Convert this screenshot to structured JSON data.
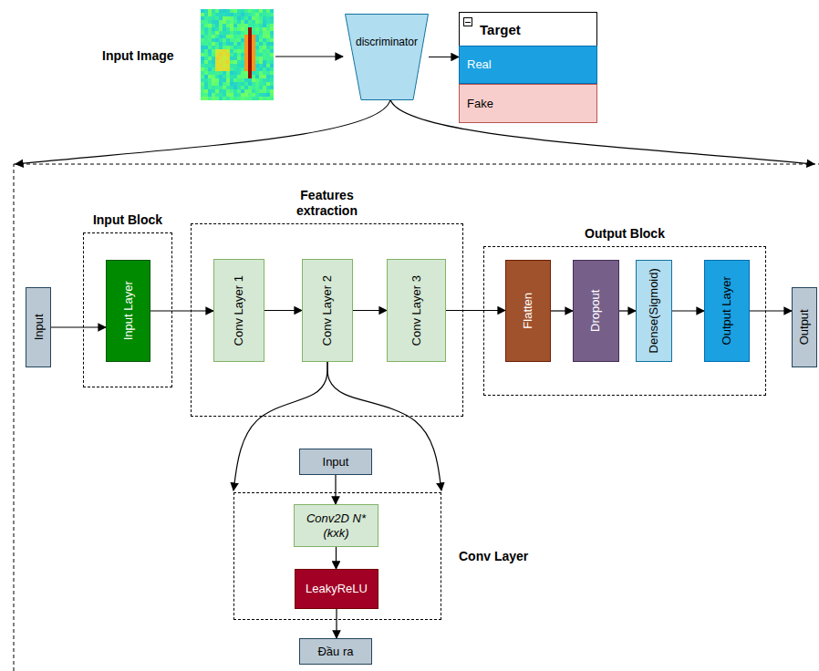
{
  "diagram": {
    "nodes": [
      {
        "text": [
          "discriminator"
        ]
      },
      {
        "text": [
          "Target"
        ]
      },
      {
        "text": [
          "Real"
        ],
        "in": 1
      },
      {
        "text": [
          "Fake"
        ],
        "in": 1
      },
      {
        "text": [
          "Input"
        ]
      },
      {
        "text": [
          "Input Block"
        ]
      },
      {
        "text": [
          "Input Layer"
        ],
        "in": 5
      },
      {
        "text": [
          "Features extraction"
        ]
      },
      {
        "text": [
          "Conv Layer 1"
        ],
        "in": 7
      },
      {
        "text": [
          "Conv Layer 2"
        ],
        "in": 7
      },
      {
        "text": [
          "Conv Layer 3"
        ],
        "in": 7
      },
      {
        "text": [
          "Output Block"
        ]
      },
      {
        "text": [
          "Flatten"
        ],
        "in": 11
      },
      {
        "text": [
          "Dropout"
        ],
        "in": 11
      },
      {
        "text": [
          "Dense(Sigmoid)"
        ],
        "in": 11
      },
      {
        "text": [
          "Output Layer"
        ],
        "in": 11
      },
      {
        "text": [
          "Output"
        ]
      },
      {
        "text": [
          "Input"
        ]
      },
      {
        "text": [
          "Conv Layer"
        ]
      },
      {
        "text": [
          "Conv2D N*(kxk)"
        ],
        "in": 18
      },
      {
        "text": [
          "LeakyReLU"
        ],
        "in": 18
      },
      {
        "text": [
          "Đầu ra"
        ]
      }
    ],
    "edges": [
      {
        "from": 0,
        "to": 1,
        "arrow": "to"
      },
      {
        "from": 4,
        "to": 6,
        "arrow": "to"
      },
      {
        "from": 6,
        "to": 8,
        "arrow": "to"
      },
      {
        "from": 8,
        "to": 9,
        "arrow": "to"
      },
      {
        "from": 9,
        "to": 10,
        "arrow": "to"
      },
      {
        "from": 10,
        "to": 12,
        "arrow": "to"
      },
      {
        "from": 12,
        "to": 13,
        "arrow": "to"
      },
      {
        "from": 13,
        "to": 14,
        "arrow": "to"
      },
      {
        "from": 14,
        "to": 15,
        "arrow": "to"
      },
      {
        "from": 15,
        "to": 16,
        "arrow": "to"
      },
      {
        "from": 9,
        "to": 18,
        "arrow": "to"
      },
      {
        "from": 17,
        "to": 19,
        "arrow": "to"
      },
      {
        "from": 19,
        "to": 20,
        "arrow": "to"
      },
      {
        "from": 20,
        "to": 21,
        "arrow": "to"
      }
    ],
    "labels": [
      "Input Image"
    ]
  }
}
